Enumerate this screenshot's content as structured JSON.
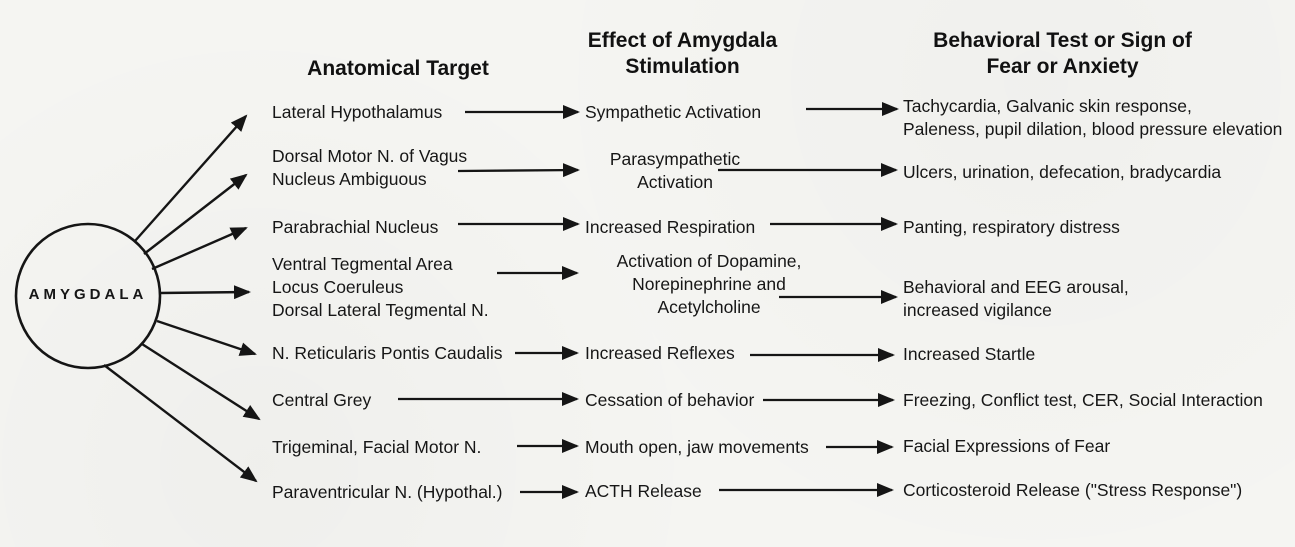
{
  "figure": {
    "node_label": "AMYGDALA",
    "headers": {
      "target": "Anatomical Target",
      "effect": "Effect of Amygdala\nStimulation",
      "behavior": "Behavioral Test or Sign of\nFear or Anxiety"
    },
    "rows": [
      {
        "target": "Lateral Hypothalamus",
        "effect": "Sympathetic Activation",
        "behavior": "Tachycardia, Galvanic skin response,\nPaleness, pupil dilation, blood pressure elevation"
      },
      {
        "target": "Dorsal Motor N. of Vagus\nNucleus Ambiguous",
        "effect": "Parasympathetic\nActivation",
        "behavior": "Ulcers, urination, defecation, bradycardia"
      },
      {
        "target": "Parabrachial Nucleus",
        "effect": "Increased Respiration",
        "behavior": "Panting, respiratory distress"
      },
      {
        "target": "Ventral Tegmental Area\nLocus Coeruleus\nDorsal Lateral Tegmental N.",
        "effect": "Activation of Dopamine,\nNorepinephrine and\nAcetylcholine",
        "behavior": "Behavioral and EEG arousal,\nincreased vigilance"
      },
      {
        "target": "N. Reticularis Pontis Caudalis",
        "effect": "Increased Reflexes",
        "behavior": "Increased Startle"
      },
      {
        "target": "Central Grey",
        "effect": "Cessation of behavior",
        "behavior": "Freezing, Conflict test, CER, Social Interaction"
      },
      {
        "target": "Trigeminal, Facial Motor N.",
        "effect": "Mouth open, jaw movements",
        "behavior": "Facial Expressions of Fear"
      },
      {
        "target": "Paraventricular N. (Hypothal.)",
        "effect": "ACTH Release",
        "behavior": "Corticosteroid Release (\"Stress Response\")"
      }
    ],
    "colors": {
      "ink": "#151515",
      "paper": "#f5f5f2"
    }
  }
}
